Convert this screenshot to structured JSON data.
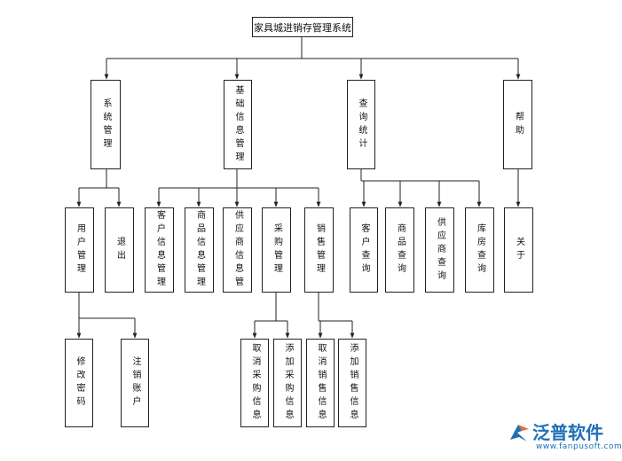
{
  "diagram": {
    "root": {
      "label": "家具城进销存管理系统"
    },
    "nodes": {
      "system_mgmt": "系统管理",
      "basic_info_mgmt": "基础信息管理",
      "query_stats": "查询统计",
      "help": "帮助",
      "user_mgmt": "用户管理",
      "logout": "退出",
      "customer_info_mgmt": "客户信息管理",
      "product_info_mgmt": "商品信息管理",
      "supplier_info_mgmt": "供应商信息管",
      "purchase_mgmt": "采购管理",
      "sales_mgmt": "销售管理",
      "customer_query": "客户查询",
      "product_query": "商品查询",
      "supplier_query": "供应商查询",
      "inventory_query": "库房查询",
      "about": "关于",
      "change_password": "修改密码",
      "cancel_account": "注销账户",
      "cancel_purchase_info": "取消采购信息",
      "add_purchase_info": "添加采购信息",
      "cancel_sales_info": "取消销售信息",
      "add_sales_info": "添加销售信息"
    }
  },
  "watermark": {
    "brand": "泛普软件",
    "url": "www.fanpusoft.com",
    "color": "#1f6fb8",
    "icon": "fanpu-logo-icon"
  }
}
